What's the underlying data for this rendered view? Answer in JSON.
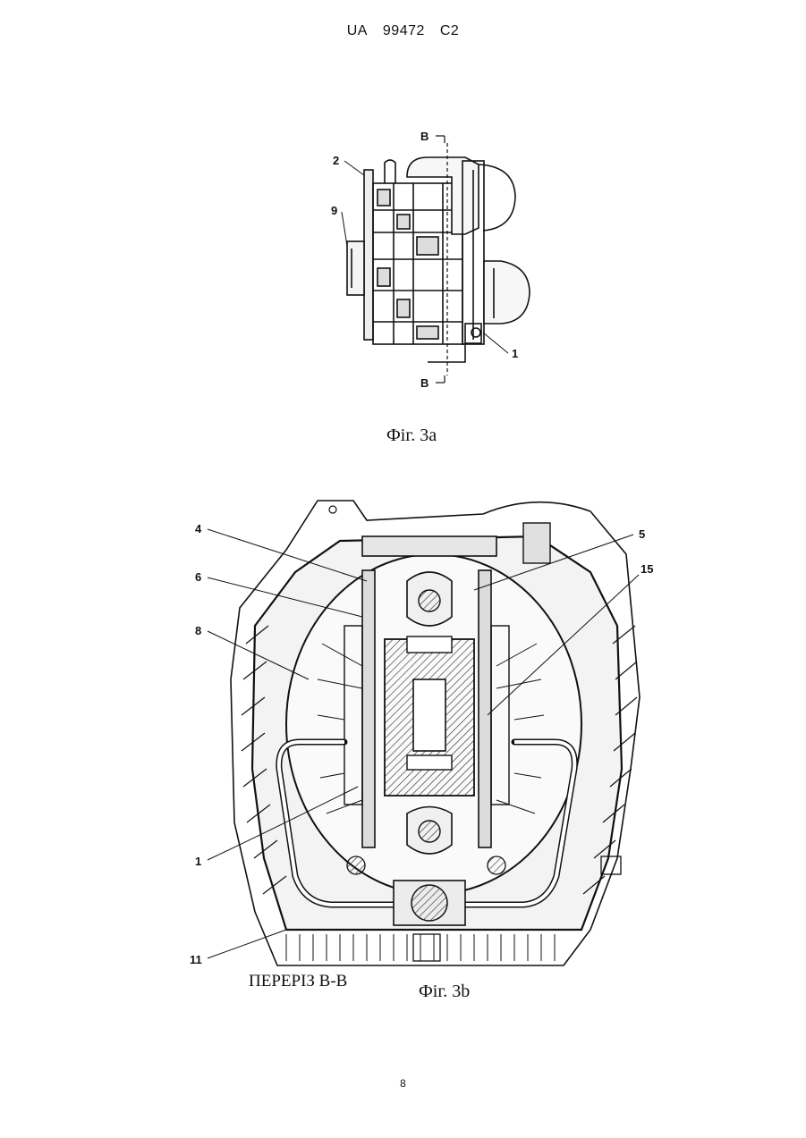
{
  "header": {
    "country": "UA",
    "number": "99472",
    "kind": "C2"
  },
  "figure_3a": {
    "caption": "Фіг. 3а",
    "section_marks": [
      "B",
      "B"
    ],
    "callouts": [
      "2",
      "9",
      "1"
    ]
  },
  "figure_3b": {
    "caption": "Фіг. 3b",
    "section_label": "ПЕРЕРІЗ В-В",
    "callouts": [
      "4",
      "6",
      "8",
      "1",
      "11",
      "5",
      "15"
    ]
  },
  "page_number": "8"
}
